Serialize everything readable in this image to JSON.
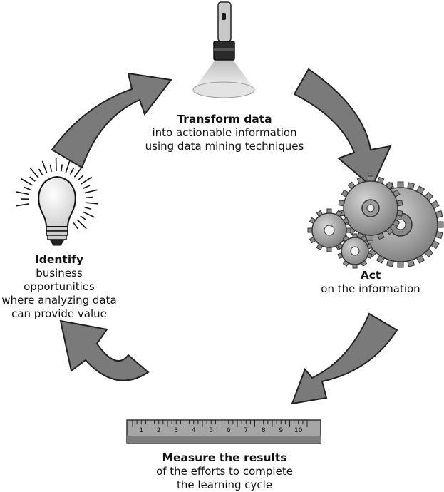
{
  "steps": {
    "transform": {
      "title": "Transform data",
      "line1": "into actionable information",
      "line2": "using data mining techniques"
    },
    "act": {
      "title": "Act",
      "line1": "on the information"
    },
    "measure": {
      "title": "Measure the results",
      "line1": "of the efforts to complete",
      "line2": "the learning cycle"
    },
    "identify": {
      "title": "Identify",
      "line1": "business opportunities",
      "line2": "where analyzing data",
      "line3": "can provide value"
    }
  },
  "ruler": {
    "ticks": [
      "1",
      "2",
      "3",
      "4",
      "5",
      "6",
      "7",
      "8",
      "9",
      "10"
    ]
  },
  "icons": {
    "transform": "flashlight-icon",
    "act": "gears-icon",
    "measure": "ruler-icon",
    "identify": "lightbulb-icon"
  },
  "colors": {
    "arrow_fill": "#7a7a7a",
    "arrow_stroke": "#222222",
    "gear": "#9a9a9a",
    "ruler": "#a6a6a6"
  }
}
